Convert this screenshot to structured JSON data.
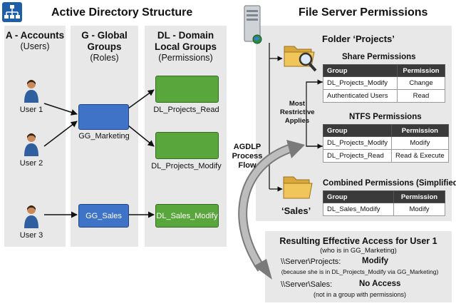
{
  "header": {
    "left_title": "Active Directory Structure",
    "right_title": "File Server Permissions"
  },
  "columns": {
    "accounts": {
      "title": "A - Accounts",
      "subtitle": "(Users)"
    },
    "global": {
      "title_1": "G - Global",
      "title_2": "Groups",
      "subtitle": "(Roles)"
    },
    "domain_local": {
      "title_1": "DL - Domain",
      "title_2": "Local Groups",
      "subtitle": "(Permissions)"
    }
  },
  "users": [
    "User 1",
    "User 2",
    "User 3"
  ],
  "global_groups": {
    "marketing": "GG_Marketing",
    "sales": "GG_Sales"
  },
  "dl_groups": {
    "projects_read": "DL_Projects_Read",
    "projects_modify": "DL_Projects_Modify",
    "sales_modify": "DL_Sales_Modify"
  },
  "flow_label": [
    "AGDLP",
    "Process",
    "Flow"
  ],
  "most_restrictive": [
    "Most",
    "Restrictive",
    "Applies"
  ],
  "folder_projects": "Folder ‘Projects’",
  "folder_sales": "‘Sales’",
  "share": {
    "title": "Share Permissions",
    "headers": [
      "Group",
      "Permission"
    ],
    "rows": [
      [
        "DL_Projects_Modify",
        "Change"
      ],
      [
        "Authenticated Users",
        "Read"
      ]
    ]
  },
  "ntfs": {
    "title": "NTFS Permissions",
    "headers": [
      "Group",
      "Permission"
    ],
    "rows": [
      [
        "DL_Projects_Modify",
        "Modify"
      ],
      [
        "DL_Projects_Read",
        "Read & Execute"
      ]
    ]
  },
  "combined": {
    "title": "Combined Permissions (Simplified)",
    "headers": [
      "Group",
      "Permission"
    ],
    "rows": [
      [
        "DL_Sales_Modify",
        "Modify"
      ]
    ]
  },
  "result": {
    "title": "Resulting Effective Access for User 1",
    "subtitle": "(who is in GG_Marketing)",
    "projects_path": "\\\\Server\\Projects:",
    "projects_value": "Modify",
    "projects_note": "(because she is in DL_Projects_Modify via GG_Marketing)",
    "sales_path": "\\\\Server\\Sales:",
    "sales_value": "No Access",
    "sales_note": "(not in a group with permissions)"
  },
  "colors": {
    "global_group": "#3f73c8",
    "domain_local_group": "#58a63c",
    "panel": "#e8e8e8",
    "header_bar": "#3a3a3a"
  }
}
